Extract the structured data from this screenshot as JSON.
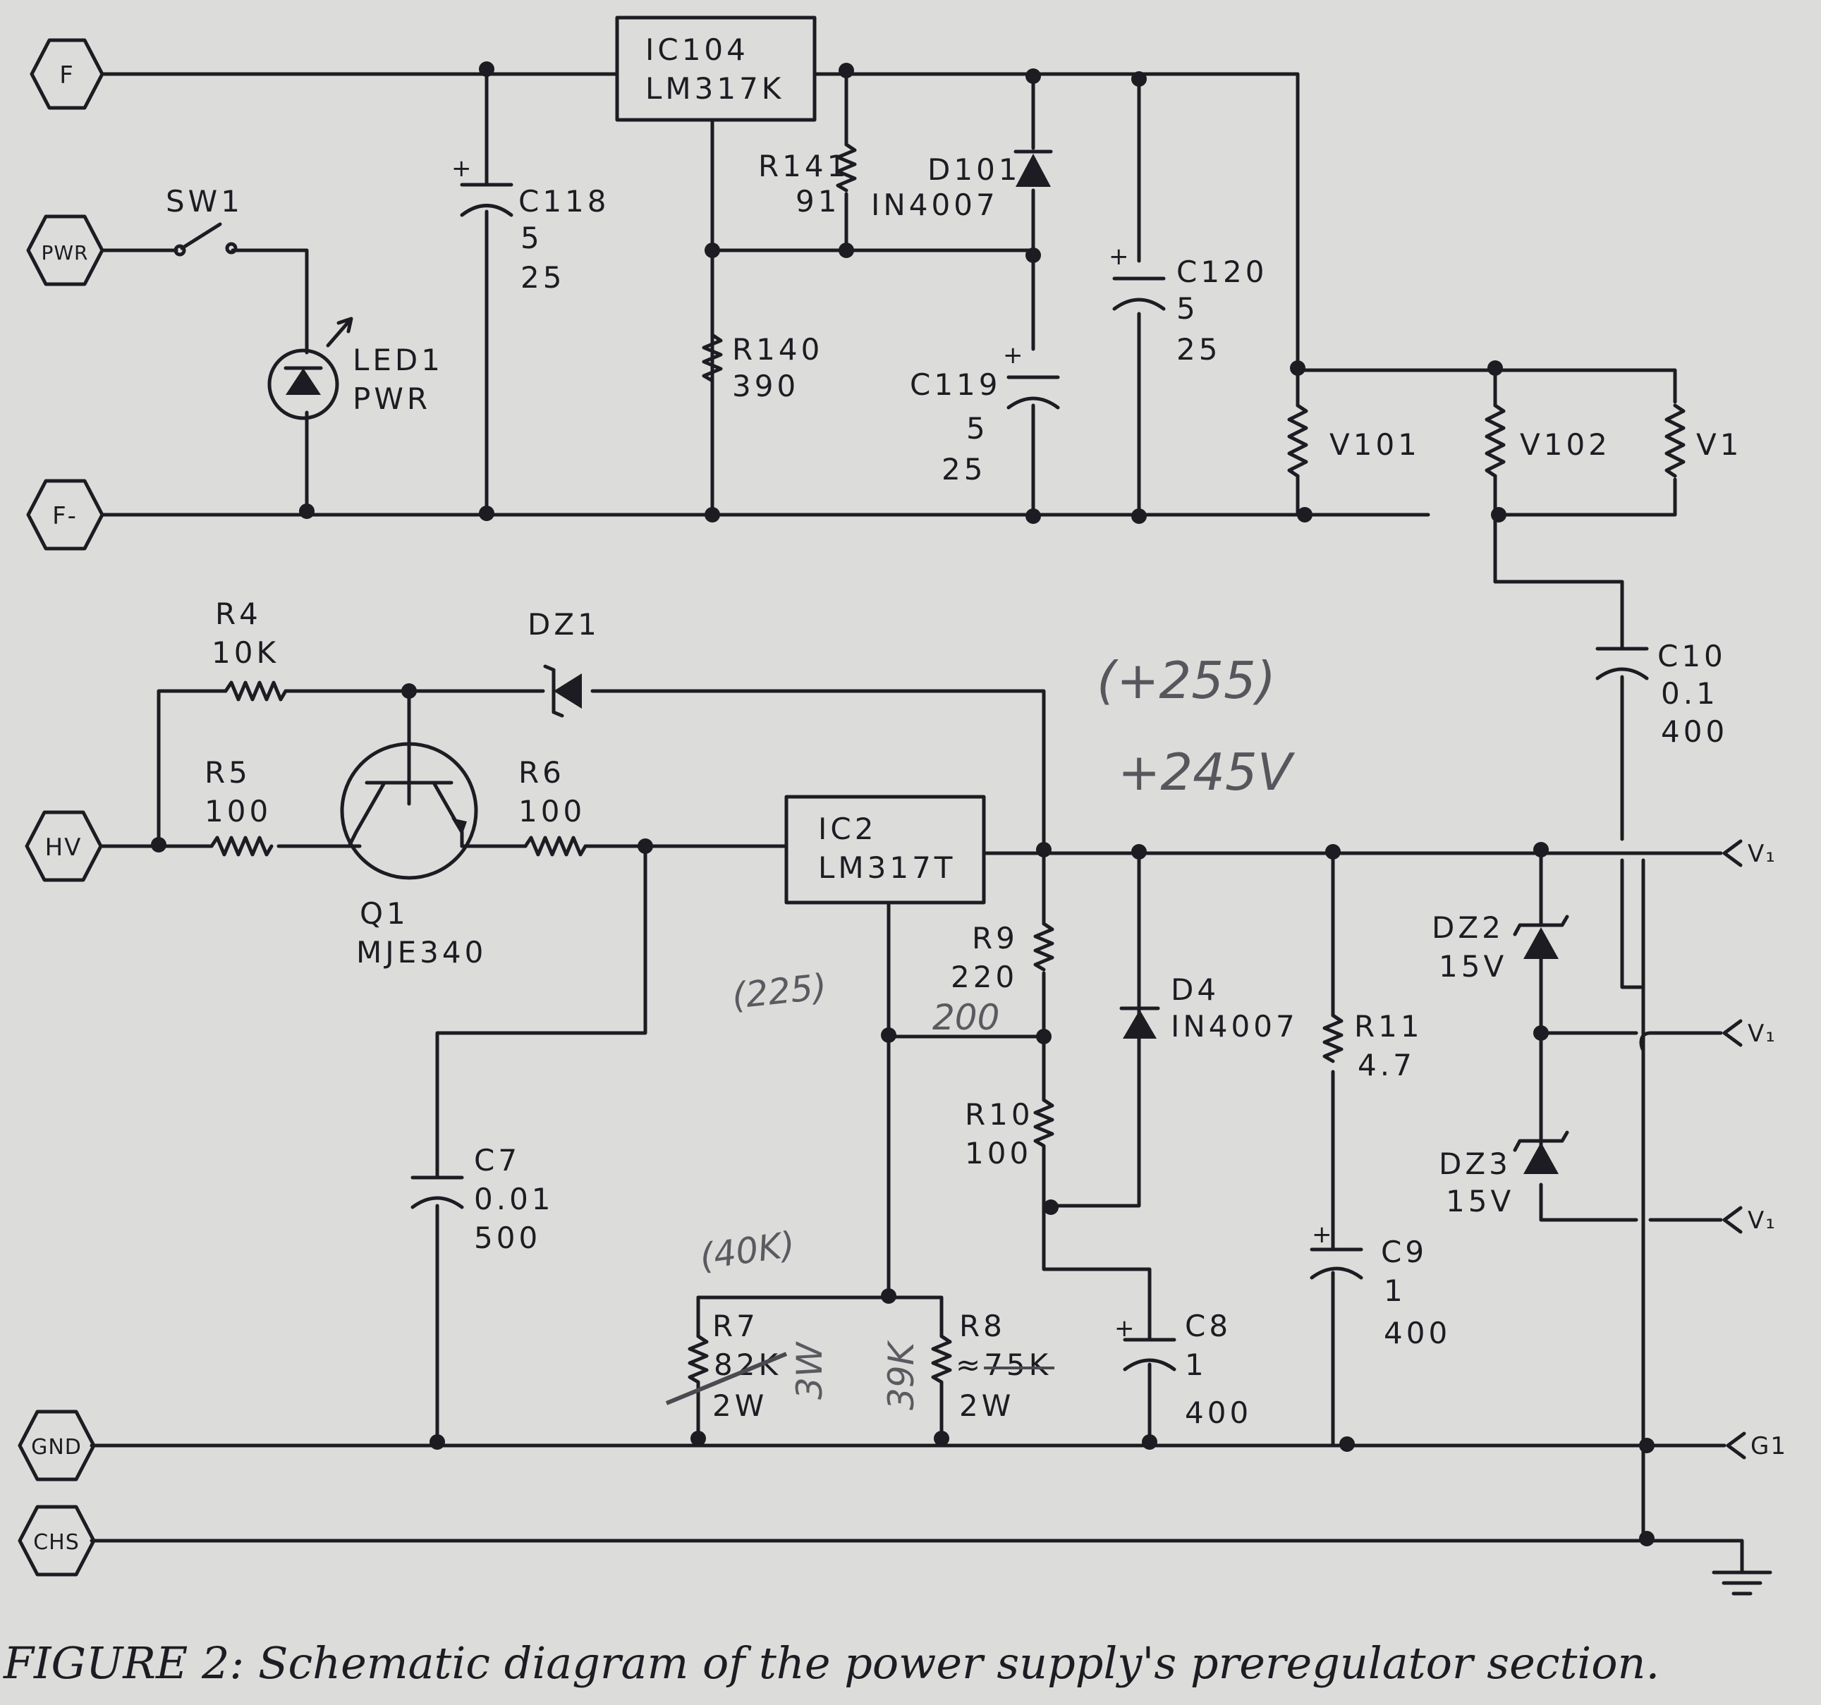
{
  "terminals": {
    "f": "F",
    "pwr": "PWR",
    "f_minus": "F-",
    "hv": "HV",
    "gnd": "GND",
    "chs": "CHS"
  },
  "outputs": {
    "v1": "V₁",
    "v2": "V₁",
    "v3": "V₁",
    "g1": "G1"
  },
  "components": {
    "ic104": {
      "ref": "IC104",
      "part": "LM317K"
    },
    "ic2": {
      "ref": "IC2",
      "part": "LM317T"
    },
    "sw1": {
      "ref": "SW1"
    },
    "led1": {
      "ref": "LED1",
      "value": "PWR"
    },
    "c118": {
      "ref": "C118",
      "value": "5",
      "rating": "25",
      "polarity": "+"
    },
    "r141": {
      "ref": "R141",
      "value": "91"
    },
    "d101": {
      "ref": "D101",
      "part": "IN4007"
    },
    "r140": {
      "ref": "R140",
      "value": "390"
    },
    "c119": {
      "ref": "C119",
      "value": "5",
      "rating": "25",
      "polarity": "+"
    },
    "c120": {
      "ref": "C120",
      "value": "5",
      "rating": "25",
      "polarity": "+"
    },
    "v101": {
      "ref": "V101"
    },
    "v102": {
      "ref": "V102"
    },
    "v1": {
      "ref": "V1"
    },
    "r4": {
      "ref": "R4",
      "value": "10K"
    },
    "dz1": {
      "ref": "DZ1"
    },
    "r5": {
      "ref": "R5",
      "value": "100"
    },
    "q1": {
      "ref": "Q1",
      "part": "MJE340"
    },
    "r6": {
      "ref": "R6",
      "value": "100"
    },
    "c10": {
      "ref": "C10",
      "value": "0.1",
      "rating": "400"
    },
    "r9": {
      "ref": "R9",
      "value": "220",
      "note": "200"
    },
    "d4": {
      "ref": "D4",
      "part": "IN4007"
    },
    "r11": {
      "ref": "R11",
      "value": "4.7"
    },
    "dz2": {
      "ref": "DZ2",
      "value": "15V"
    },
    "dz3": {
      "ref": "DZ3",
      "value": "15V"
    },
    "r10": {
      "ref": "R10",
      "value": "100"
    },
    "c7": {
      "ref": "C7",
      "value": "0.01",
      "rating": "500"
    },
    "r7": {
      "ref": "R7",
      "value": "82K",
      "power": "2W"
    },
    "r8": {
      "ref": "R8",
      "value": "≈75K",
      "power": "2W"
    },
    "c8": {
      "ref": "C8",
      "value": "1",
      "rating": "400",
      "polarity": "+"
    },
    "c9": {
      "ref": "C9",
      "value": "1",
      "rating": "400",
      "polarity": "+"
    }
  },
  "annotations": {
    "v_old": "(+255)",
    "v_new": "+245V",
    "r9_alt": "(225)",
    "r7_alt": "(40K)",
    "r7_power": "3W",
    "r8_alt": "39K"
  },
  "caption": "FIGURE 2: Schematic diagram of the power supply's preregulator section."
}
